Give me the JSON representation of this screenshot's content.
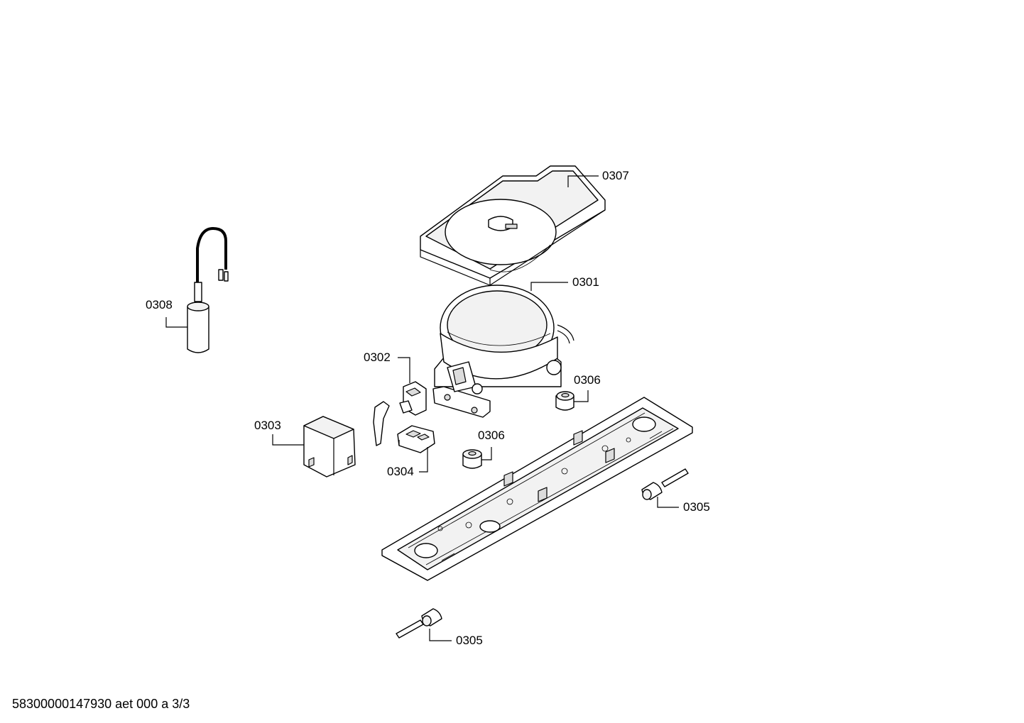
{
  "labels": {
    "p0301": "0301",
    "p0302": "0302",
    "p0303": "0303",
    "p0304": "0304",
    "p0305a": "0305",
    "p0305b": "0305",
    "p0306a": "0306",
    "p0306b": "0306",
    "p0307": "0307",
    "p0308": "0308"
  },
  "footer": "58300000147930 aet 000 a 3/3"
}
